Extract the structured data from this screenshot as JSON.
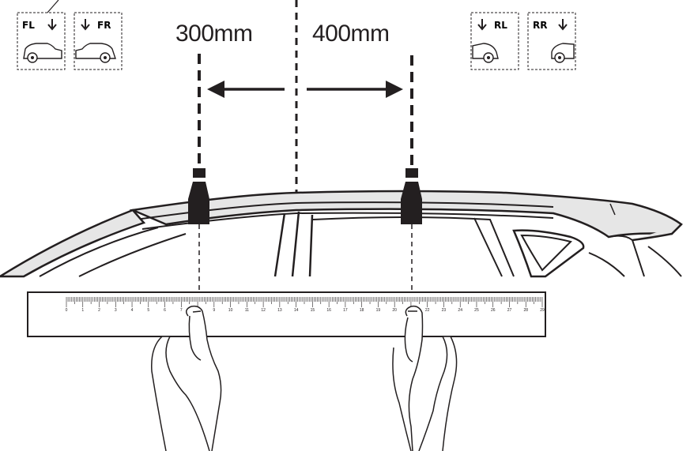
{
  "measurements": {
    "front": "300mm",
    "rear": "400mm"
  },
  "position_icons": [
    {
      "label": "FL"
    },
    {
      "label": "FR"
    },
    {
      "label": "RL"
    },
    {
      "label": "RR"
    }
  ],
  "ruler": {
    "tick_labels": [
      "0",
      "1",
      "2",
      "3",
      "4",
      "5",
      "6",
      "7",
      "8",
      "9",
      "10",
      "11",
      "12",
      "13",
      "14",
      "15",
      "16",
      "17",
      "18",
      "19",
      "20",
      "21",
      "22",
      "23",
      "24",
      "25",
      "26",
      "27",
      "28",
      "29"
    ]
  },
  "colors": {
    "ink": "#231f20",
    "roof_fill": "#e6e6e6"
  }
}
